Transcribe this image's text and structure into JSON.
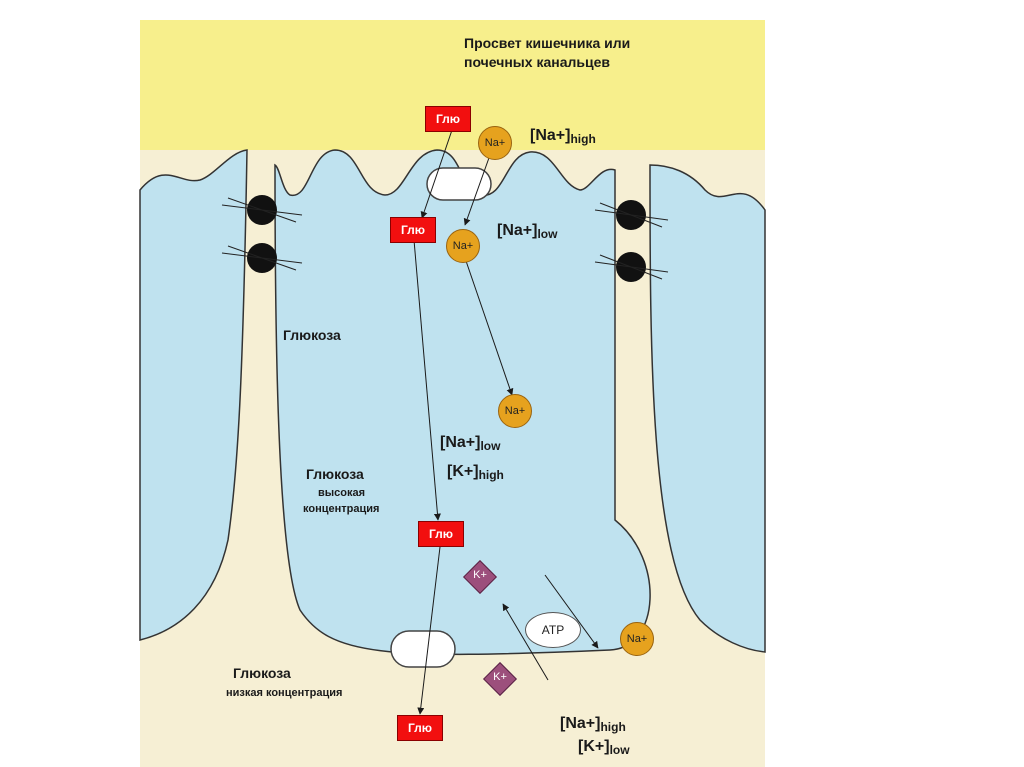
{
  "title_line1": "Просвет кишечника или",
  "title_line2": "почечных канальцев",
  "glucose_tag": "Глю",
  "na_ion": "Na+",
  "k_ion": "K+",
  "atp": "ATP",
  "conc_top": {
    "main": "[Na+]",
    "sub": "high"
  },
  "conc_cell_top": {
    "main": "[Na+]",
    "sub": "low"
  },
  "conc_cell_na": {
    "main": "[Na+]",
    "sub": "low"
  },
  "conc_cell_k": {
    "main": "[K+]",
    "sub": "high"
  },
  "conc_bottom_na": {
    "main": "[Na+]",
    "sub": "high"
  },
  "conc_bottom_k": {
    "main": "[K+]",
    "sub": "low"
  },
  "label_glucose": "Глюкоза",
  "label_glucose_high_1": "Глюкоза",
  "label_glucose_high_2": "высокая",
  "label_glucose_high_3": "концентрация",
  "label_glucose_low_1": "Глюкоза",
  "label_glucose_low_2": "низкая концентрация",
  "colors": {
    "lumen": "#f7ef8c",
    "cell": "#bfe2ef",
    "interstitial": "#f6efd4",
    "glucose_box": "#f20f0f",
    "sodium": "#e6a21e",
    "potassium": "#9c4f7c"
  }
}
